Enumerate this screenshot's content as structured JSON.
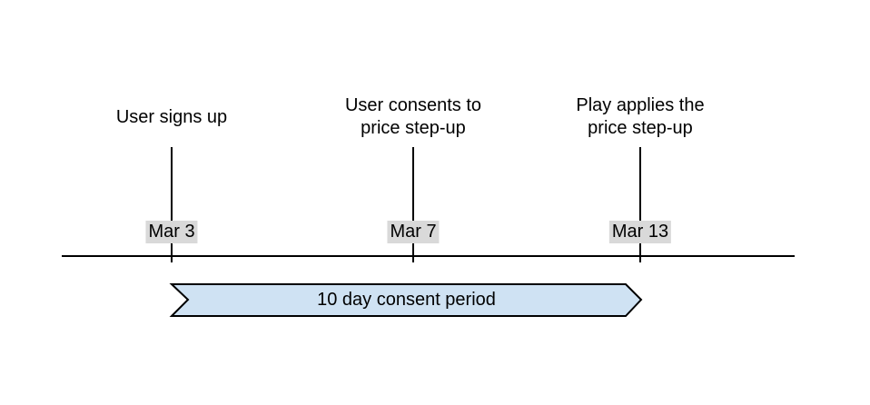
{
  "timeline": {
    "events": [
      {
        "label": "User signs up",
        "date": "Mar 3"
      },
      {
        "label": "User consents to\nprice step-up",
        "date": "Mar 7"
      },
      {
        "label": "Play applies the\nprice step-up",
        "date": "Mar 13"
      }
    ],
    "period": {
      "label": "10 day consent period"
    },
    "colors": {
      "line": "#000000",
      "text": "#000000",
      "date_chip_bg": "#d9d9d9",
      "period_fill": "#cfe2f3",
      "period_border": "#000000",
      "canvas_bg": "#ffffff"
    }
  }
}
